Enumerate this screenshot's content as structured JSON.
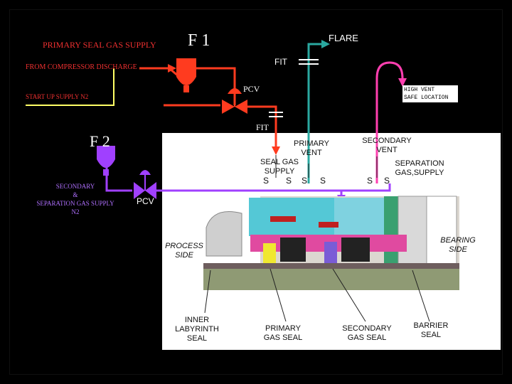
{
  "labels": {
    "primary_supply": "PRIMARY SEAL GAS SUPPLY",
    "f1": "F 1",
    "flare": "FLARE",
    "fit_top": "FIT",
    "from_compressor": "FROM COMPRESSOR DISCHARGE",
    "pcv_top": "PCV",
    "startup": "START UP SUPPLY N2",
    "fit_mid": "FIT",
    "f2": "F 2",
    "secondary_supply": [
      "SECONDARY",
      "&",
      "SEPARATION GAS SUPPLY",
      "N2"
    ],
    "pcv_left": "PCV",
    "high_vent": [
      "HIGH VENT",
      "SAFE LOCATION"
    ]
  },
  "panel": {
    "primary_vent": [
      "PRIMARY",
      "VENT"
    ],
    "secondary_vent": [
      "SECONDARY",
      "VENT"
    ],
    "seal_gas_supply": [
      "SEAL GAS",
      "SUPPLY"
    ],
    "separation_gas": [
      "SEPARATION",
      "GAS,SUPPLY"
    ],
    "process_side": [
      "PROCESS",
      "SIDE"
    ],
    "bearing_side": [
      "BEARING",
      "SIDE"
    ],
    "inner_labyrinth": [
      "INNER",
      "LABYRINTH",
      "SEAL"
    ],
    "primary_gas_seal": [
      "PRIMARY",
      "GAS SEAL"
    ],
    "secondary_gas_seal": [
      "SECONDARY",
      "GAS SEAL"
    ],
    "barrier_seal": [
      "BARRIER",
      "SEAL"
    ],
    "s_marks": [
      "S",
      "S",
      "S",
      "S",
      "S",
      "S"
    ]
  },
  "colors": {
    "red_line": "#ff3b1f",
    "purple_line": "#a040ff",
    "teal_line": "#2aa8a0",
    "magenta_line": "#ff3fb0",
    "yellow_line": "#ffff66",
    "label_red": "#f03030"
  }
}
